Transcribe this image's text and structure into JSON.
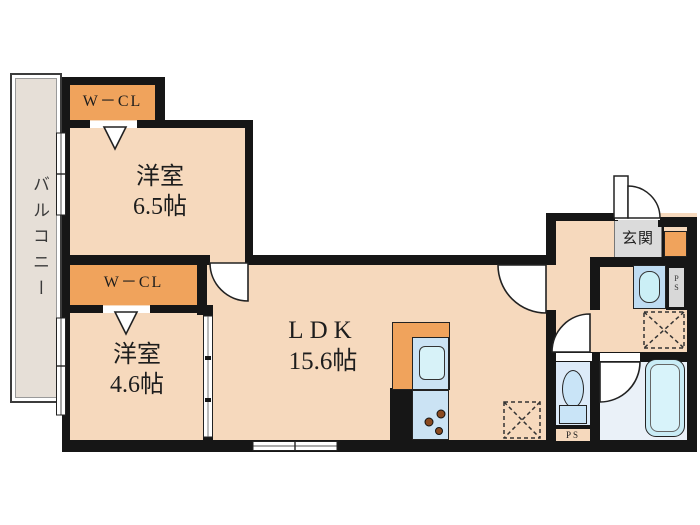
{
  "plan": {
    "balcony_label": "バルコニー",
    "wcl_top": "W－CL",
    "wcl_mid": "W－CL",
    "bedroom1": {
      "name": "洋室",
      "size": "6.5帖"
    },
    "bedroom2": {
      "name": "洋室",
      "size": "4.6帖"
    },
    "ldk": {
      "name": "LDK",
      "size": "15.6帖"
    },
    "entrance_label": "玄関",
    "ps_right_p": "P",
    "ps_right_s": "S",
    "ps_bottom": "PS",
    "colors": {
      "wall": "#161616",
      "room_floor": "#F6D9BD",
      "closet_orange": "#F0A35C",
      "balcony_floor": "#E6DFD7",
      "entrance_gray": "#DBDBDB",
      "fixture_blue": "#C5E1F3",
      "water_cyan": "#CBEFF6",
      "bath_floor": "#EAF1F8",
      "toilet_floor": "#DCEAF8"
    }
  }
}
